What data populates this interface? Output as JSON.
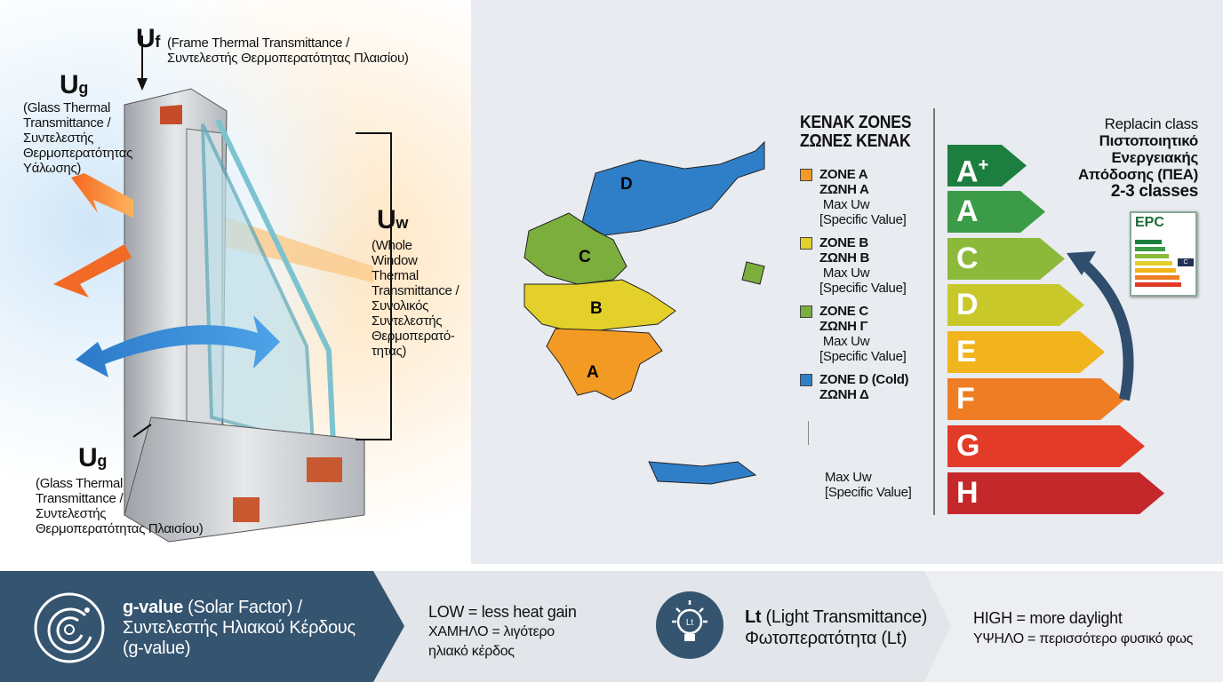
{
  "window_diagram": {
    "uf": {
      "symbol": "U",
      "sub": "f",
      "desc": "(Frame Thermal Transmittance /\nΣυντελεστής Θερμοπερατότητας Πλαισίου)"
    },
    "ug_top": {
      "symbol": "U",
      "sub": "g",
      "desc": "(Glass Thermal\nTransmittance /\nΣυντελεστής\nΘερμοπερατότητας\nΥάλωσης)"
    },
    "uw": {
      "symbol": "U",
      "sub": "w",
      "desc": "(Whole\nWindow\nThermal\nTransmittance /\nΣυνολικός\nΣυντελεστής\nΘερμοπερατό-\nτητας)"
    },
    "ug_bottom": {
      "symbol": "U",
      "sub": "g",
      "desc": "(Glass Thermal\nTransmittance /\nΣυντελεστής\nΘερμοπερατότητας Πλαισίου)"
    }
  },
  "map": {
    "title_en": "KENAK ZONES",
    "title_gr": "ΖΩΝΕΣ ΚΕΝΑΚ",
    "zone_labels": [
      "A",
      "B",
      "C",
      "D"
    ],
    "legend": [
      {
        "en": "ZONE A",
        "gr": "ΖΩΝΗ Α",
        "note1": "Max Uw",
        "note2": "[Specific Value]",
        "color": "#f39a25"
      },
      {
        "en": "ZONE B",
        "gr": "ΖΩΝΗ Β",
        "note1": "Max Uw",
        "note2": "[Specific Value]",
        "color": "#e3d02a"
      },
      {
        "en": "ZONE C",
        "gr": "ΖΩΝΗ Γ",
        "note1": "Max Uw",
        "note2": "[Specific Value]",
        "color": "#7cae3e"
      },
      {
        "en": "ZONE D (Cold)",
        "gr": "ΖΩΝΗ Δ",
        "color": "#2f7fc8"
      }
    ],
    "extra_note1": "Max Uw",
    "extra_note2": "[Specific Value]"
  },
  "energy": {
    "classes": [
      {
        "label": "A",
        "sup": "+",
        "color": "#1d7f3f"
      },
      {
        "label": "A",
        "color": "#3b9b47"
      },
      {
        "label": "C",
        "color": "#8db93b"
      },
      {
        "label": "D",
        "color": "#c8c82b"
      },
      {
        "label": "E",
        "color": "#f1b41d"
      },
      {
        "label": "F",
        "color": "#ee7d23"
      },
      {
        "label": "G",
        "color": "#e23b27"
      },
      {
        "label": "H",
        "color": "#c4282b"
      }
    ],
    "note_line1": "Replacin class",
    "note_line2": "Πιστοποιητικό",
    "note_line3": "Ενεργειακής",
    "note_line4": "Απόδοσης (ΠΕΑ)",
    "note_line5": "2-3 classes",
    "epc_title": "EPC",
    "epc_badge": "C"
  },
  "bottom": {
    "g_title_bold": "g-value",
    "g_title_rest": " (Solar Factor) /",
    "g_line2": "Συντελεστής Ηλιακού Κέρδους",
    "g_line3": "(g-value)",
    "g_desc1": "LOW = less heat gain",
    "g_desc2": "ΧΑΜΗΛΟ = λιγότερο",
    "g_desc3": "ηλιακό κέρδος",
    "lt_title_bold": "Lt",
    "lt_title_rest": " (Light Transmittance)",
    "lt_line2": "Φωτοπερατότητα (Lt)",
    "lt_icon_text": "Lt",
    "lt_desc1": "HIGH = more daylight",
    "lt_desc2": "ΥΨΗΛΟ = περισσότερο φυσικό φως"
  }
}
